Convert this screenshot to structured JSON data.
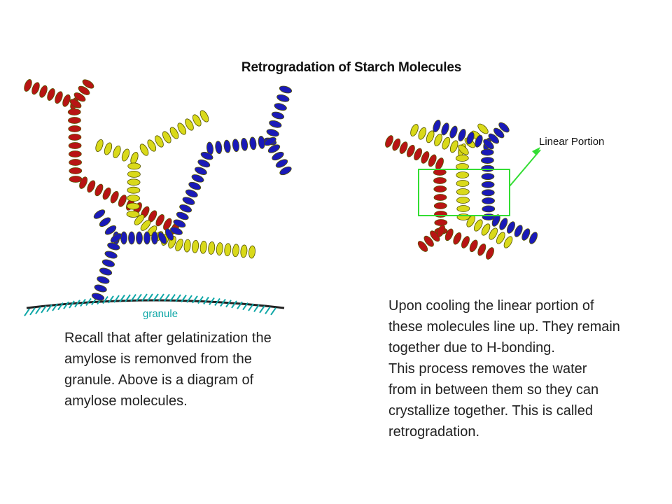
{
  "title": "Retrogradation of Starch Molecules",
  "labels": {
    "granule": "granule",
    "linear_portion": "Linear Portion"
  },
  "captions": {
    "left": "Recall that after gelatinization the amylose is remonved from the granule.  Above is a diagram of amylose molecules.",
    "right": "Upon cooling the linear portion of\nthese molecules line up.  They remain\ntogether due to H-bonding.\nThis process  removes the water\nfrom in between them so they can\ncrystallize together.  This is called\nretrogradation."
  },
  "colors": {
    "red_molecule": "#b81414",
    "yellow_molecule": "#d9d91a",
    "blue_molecule": "#1a1ab8",
    "granule": "#0fa7a7",
    "callout": "#33dd33",
    "bead_outline": "#555500"
  }
}
